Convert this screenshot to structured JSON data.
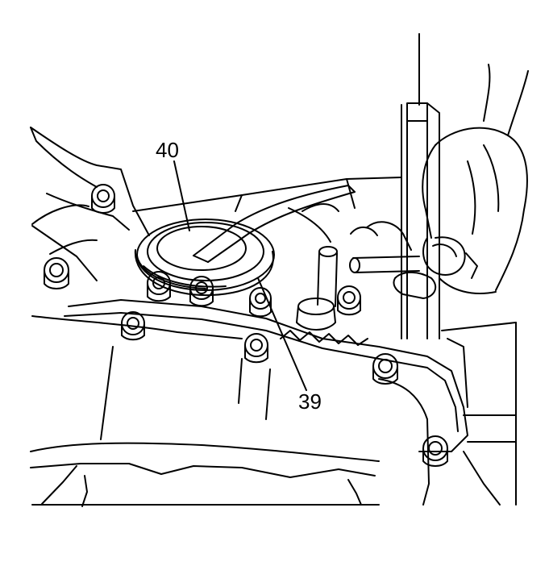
{
  "callouts": [
    {
      "id": "40",
      "text": "40"
    },
    {
      "id": "39",
      "text": "39"
    }
  ],
  "colors": {
    "line": "#000000",
    "background": "#ffffff"
  }
}
